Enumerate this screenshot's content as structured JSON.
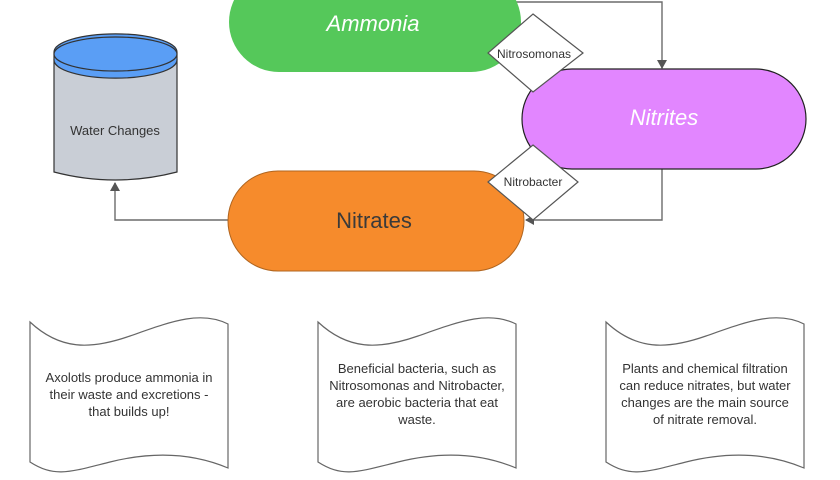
{
  "nodes": {
    "ammonia": {
      "label": "Ammonia",
      "color": "#55c85a"
    },
    "nitrites": {
      "label": "Nitrites",
      "color": "#e286ff"
    },
    "nitrates": {
      "label": "Nitrates",
      "color": "#f68b2c"
    },
    "water_changes": {
      "label": "Water Changes",
      "top_color": "#5a9ef5",
      "body_color": "#c9ced6"
    }
  },
  "decisions": {
    "nitrosomonas": "Nitrosomonas",
    "nitrobacter": "Nitrobacter"
  },
  "notes": [
    {
      "lines": [
        "Axolotls produce ammonia in",
        "their waste and excretions -",
        "that builds up!"
      ]
    },
    {
      "lines": [
        "Beneficial bacteria, such as",
        "Nitrosomonas and Nitrobacter,",
        "are aerobic bacteria that eat",
        "waste."
      ]
    },
    {
      "lines": [
        "Plants and chemical filtration",
        "can reduce nitrates, but water",
        "changes are the main source",
        "of nitrate removal."
      ]
    }
  ]
}
